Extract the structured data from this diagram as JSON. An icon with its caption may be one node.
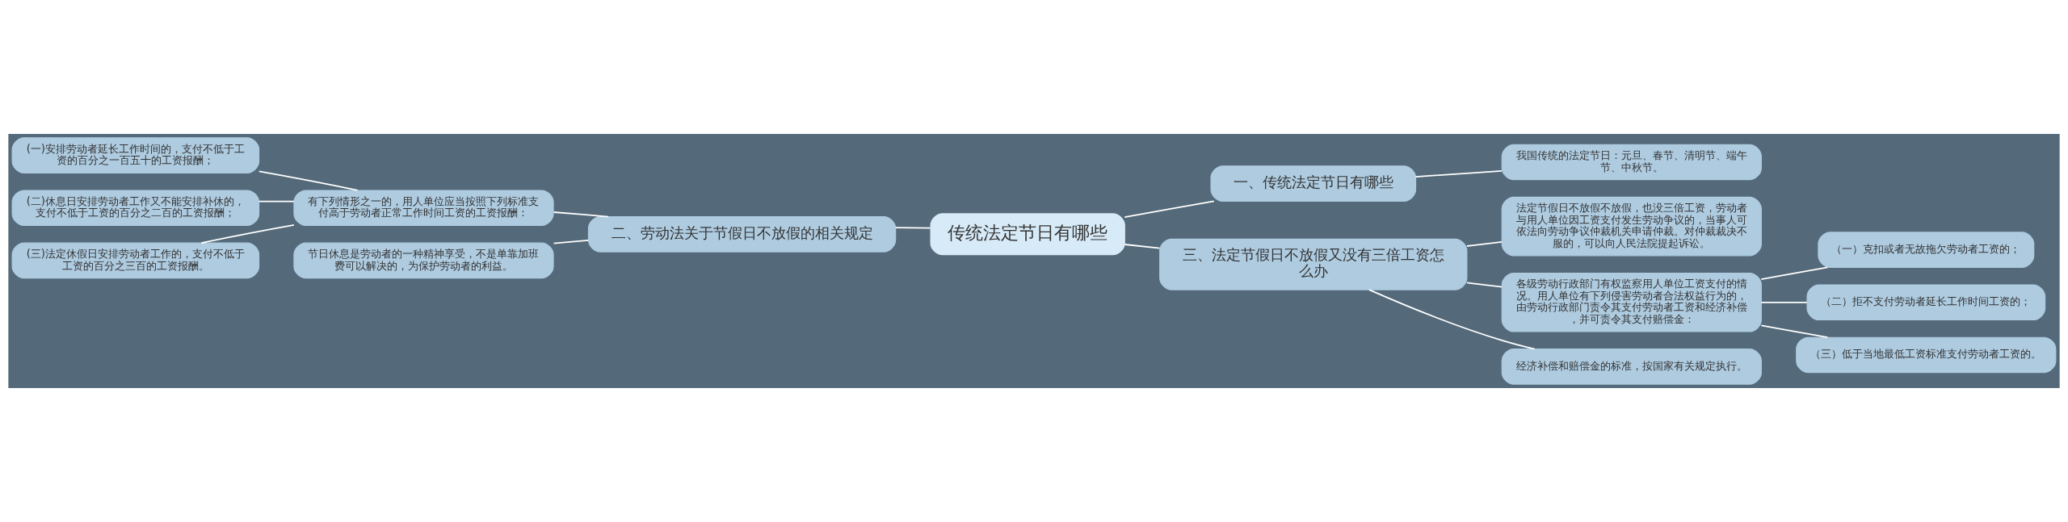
{
  "diagram": {
    "nodes": [
      {
        "text": [
          "传统法定节日有哪些"
        ]
      },
      {
        "text": [
          "一、传统法定节日有哪些"
        ]
      },
      {
        "text": [
          "我国传统的法定节日：元旦、春节、清明节、端午节、中秋节。"
        ]
      },
      {
        "text": [
          "二、劳动法关于节假日不放假的相关规定"
        ]
      },
      {
        "text": [
          "有下列情形之一的，用人单位应当按照下列标准支付高于劳动者正常工作时间工资的工资报酬："
        ]
      },
      {
        "text": [
          "(一)安排劳动者延长工作时间的，支付不低于工资的百分之一百五十的工资报酬；"
        ]
      },
      {
        "text": [
          "(二)休息日安排劳动者工作又不能安排补休的，支付不低于工资的百分之二百的工资报酬；"
        ]
      },
      {
        "text": [
          "(三)法定休假日安排劳动者工作的，支付不低于工资的百分之三百的工资报酬。"
        ]
      },
      {
        "text": [
          "节日休息是劳动者的一种精神享受，不是单靠加班费可以解决的，为保护劳动者的利益。"
        ]
      },
      {
        "text": [
          "三、法定节假日不放假又没有三倍工资怎么办"
        ]
      },
      {
        "text": [
          "法定节假日不放假不放假，也没三倍工资，劳动者与用人单位因工资支付发生劳动争议的，当事人可依法向劳动争议仲裁机关申请仲裁。对仲裁裁决不服的，可以向人民法院提起诉讼。"
        ]
      },
      {
        "text": [
          "各级劳动行政部门有权监察用人单位工资支付的情况。用人单位有下列侵害劳动者合法权益行为的，由劳动行政部门责令其支付劳动者工资和经济补偿，并可责令其支付赔偿金："
        ]
      },
      {
        "text": [
          "（一）克扣或者无故拖欠劳动者工资的；"
        ]
      },
      {
        "text": [
          "（二）拒不支付劳动者延长工作时间工资的；"
        ]
      },
      {
        "text": [
          "（三）低于当地最低工资标准支付劳动者工资的。"
        ]
      },
      {
        "text": [
          "经济补偿和赔偿金的标准，按国家有关规定执行。"
        ]
      }
    ],
    "edges": [
      {
        "from": 0,
        "to": 1,
        "arrow": "none"
      },
      {
        "from": 1,
        "to": 2,
        "arrow": "none"
      },
      {
        "from": 0,
        "to": 3,
        "arrow": "none"
      },
      {
        "from": 3,
        "to": 4,
        "arrow": "none"
      },
      {
        "from": 4,
        "to": 5,
        "arrow": "none"
      },
      {
        "from": 4,
        "to": 6,
        "arrow": "none"
      },
      {
        "from": 4,
        "to": 7,
        "arrow": "none"
      },
      {
        "from": 3,
        "to": 8,
        "arrow": "none"
      },
      {
        "from": 0,
        "to": 9,
        "arrow": "none"
      },
      {
        "from": 9,
        "to": 10,
        "arrow": "none"
      },
      {
        "from": 9,
        "to": 11,
        "arrow": "none"
      },
      {
        "from": 11,
        "to": 12,
        "arrow": "none"
      },
      {
        "from": 11,
        "to": 13,
        "arrow": "none"
      },
      {
        "from": 11,
        "to": 14,
        "arrow": "none"
      },
      {
        "from": 9,
        "to": 15,
        "arrow": "none"
      }
    ]
  }
}
